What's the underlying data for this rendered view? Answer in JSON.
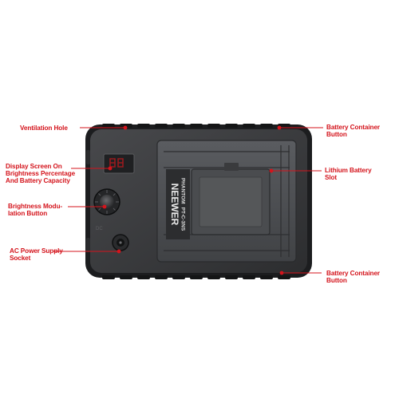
{
  "colors": {
    "callout": "#d4141c",
    "device_body": "#38393b",
    "device_edge": "#1c1d1f",
    "slot_plate": "#55575a",
    "screen_digit": "#9a1a1e"
  },
  "device": {
    "brand": "NEEWER",
    "model_line1": "PHANTOM",
    "model_line2": "PT-C-3NS"
  },
  "labels": {
    "ventilation_hole": "Ventilation Hole",
    "battery_container_top": [
      "Battery Container",
      "Button"
    ],
    "display_screen": [
      "Display Screen On",
      "Brightness Percentage",
      "And Battery Capacity"
    ],
    "lithium_battery_slot": [
      "Lithium Battery",
      "Slot"
    ],
    "brightness_button": [
      "Brightness Modu-",
      "lation Button"
    ],
    "ac_power_socket": [
      "AC Power Supply",
      "Socket"
    ],
    "battery_container_bottom": [
      "Battery Container",
      "Button"
    ]
  }
}
